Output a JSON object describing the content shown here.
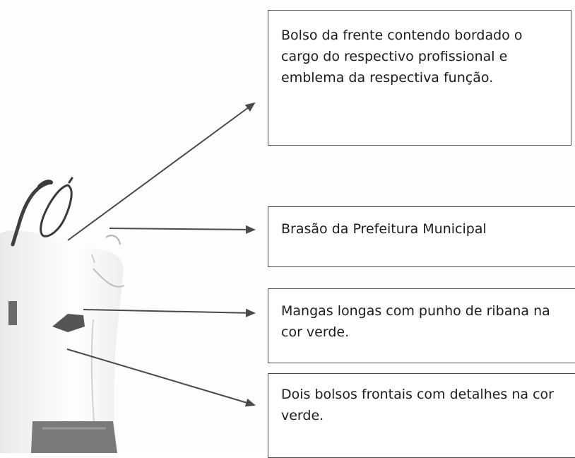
{
  "labels": {
    "front_pocket": "Bolso da frente contendo bordado o cargo do respectivo profissional e emblema da respectiva função.",
    "coat_of_arms": "Brasão da Prefeitura Municipal",
    "long_sleeves": "Mangas longas com punho de ribana na cor verde.",
    "front_pockets": "Dois bolsos frontais com detalhes na cor verde."
  },
  "colors": {
    "arrow": "#4a4a4a",
    "border": "#4a4a4a",
    "ink": "#1c1c1c"
  }
}
